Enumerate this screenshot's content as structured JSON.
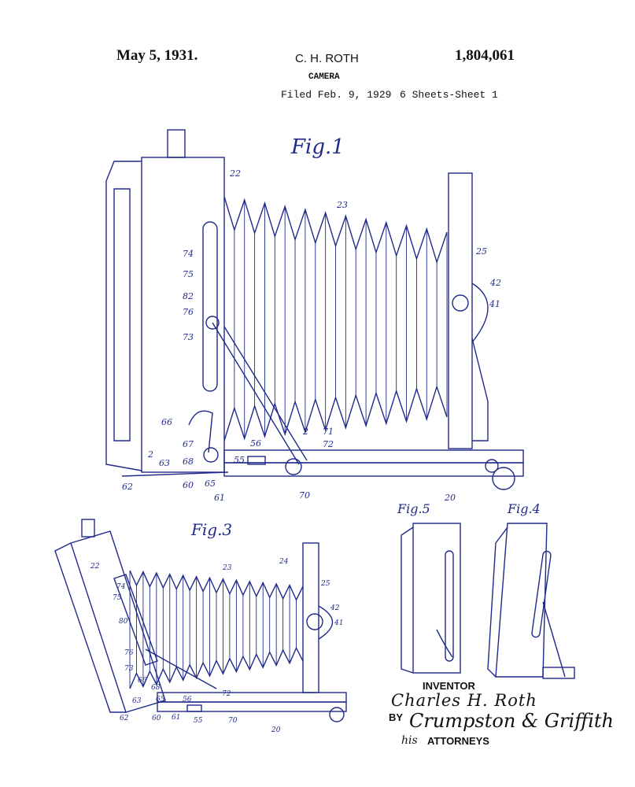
{
  "header": {
    "date": "May 5, 1931.",
    "inventor": "C. H. ROTH",
    "patent_number": "1,804,061",
    "title": "CAMERA",
    "filed": "Filed Feb. 9, 1929",
    "sheets": "6 Sheets-Sheet 1"
  },
  "figures": {
    "fig1": "Fig.1",
    "fig3": "Fig.3",
    "fig4": "Fig.4",
    "fig5": "Fig.5"
  },
  "fig1_refs": [
    "22",
    "23",
    "25",
    "42",
    "41",
    "74",
    "75",
    "82",
    "76",
    "73",
    "66",
    "67",
    "68",
    "2",
    "2",
    "71",
    "72",
    "55",
    "56",
    "63",
    "62",
    "60",
    "65",
    "61",
    "70",
    "20"
  ],
  "fig3_refs": [
    "22",
    "23",
    "24",
    "25",
    "42",
    "41",
    "74",
    "75",
    "80",
    "76",
    "73",
    "66",
    "68",
    "65",
    "63",
    "62",
    "60",
    "61",
    "56",
    "55",
    "72",
    "70",
    "20"
  ],
  "signature": {
    "inventor_label": "INVENTOR",
    "inventor_signature": "Charles H. Roth",
    "by": "BY",
    "attorney_signature": "Crumpston & Griffith",
    "his": "his",
    "attorneys_label": "ATTORNEYS"
  },
  "colors": {
    "ink": "#1f2a8a",
    "text": "#111111"
  }
}
